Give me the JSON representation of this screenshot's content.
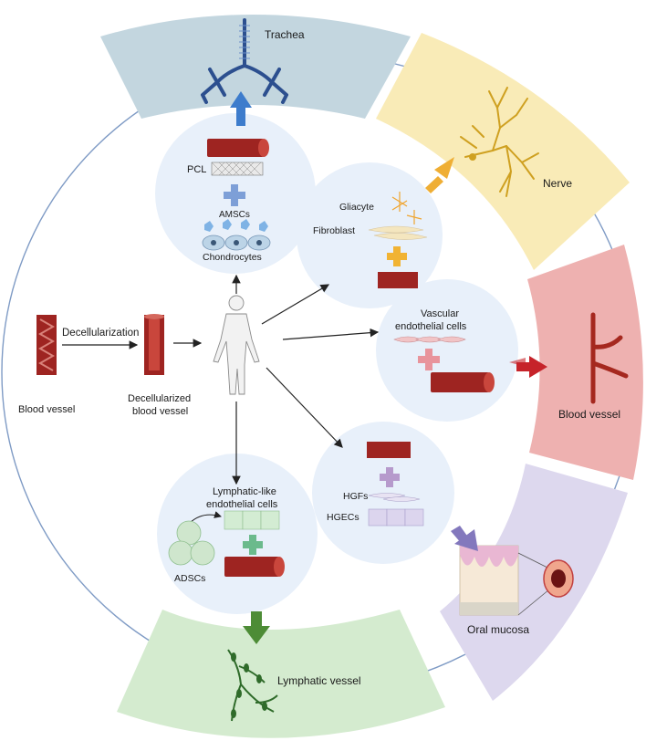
{
  "colors": {
    "trachea": "#c3d6df",
    "nerve": "#f9ebb7",
    "blood": "#eeb1b0",
    "oral": "#ddd8ee",
    "lymph": "#d4ebcf",
    "bubble": "#e8f0fa",
    "vessel": "#9e2421",
    "blue_arrow": "#3d7ccc",
    "orange_arrow": "#efae34",
    "red_arrow": "#c6232a",
    "purple_arrow": "#8378bd",
    "green_arrow": "#4d8c36"
  },
  "sectors": {
    "trachea": "Trachea",
    "nerve": "Nerve",
    "blood": "Blood vessel",
    "oral": "Oral mucosa",
    "lymph": "Lymphatic vessel"
  },
  "left": {
    "source": "Blood vessel",
    "process": "Decellularization",
    "result_line1": "Decellularized",
    "result_line2": "blood vessel"
  },
  "trachea_bubble": {
    "pcl": "PCL",
    "amscs": "AMSCs",
    "chondrocytes": "Chondrocytes"
  },
  "nerve_bubble": {
    "gliacyte": "Gliacyte",
    "fibroblast": "Fibroblast"
  },
  "vascular_bubble": {
    "line1": "Vascular",
    "line2": "endothelial cells"
  },
  "oral_bubble": {
    "hgfs": "HGFs",
    "hgecs": "HGECs"
  },
  "lymph_bubble": {
    "line1": "Lymphatic-like",
    "line2": "endothelial cells",
    "adscs": "ADSCs"
  }
}
